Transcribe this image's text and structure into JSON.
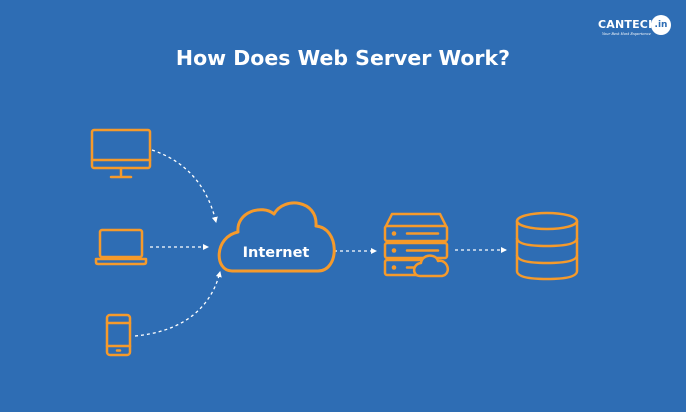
{
  "header": {
    "title": "How Does Web Server Work?"
  },
  "logo": {
    "brand": "CANTECH",
    "badge": ".in",
    "tagline": "Your Best Host Experience"
  },
  "diagram": {
    "cloud_label": "Internet"
  },
  "icons": {
    "desktop": "desktop-monitor-icon",
    "laptop": "laptop-icon",
    "phone": "smartphone-icon",
    "cloud": "cloud-icon",
    "server": "server-rack-icon",
    "database": "database-icon"
  },
  "colors": {
    "background": "#2E6DB4",
    "accent": "#F59A2B",
    "text": "#FFFFFF"
  }
}
